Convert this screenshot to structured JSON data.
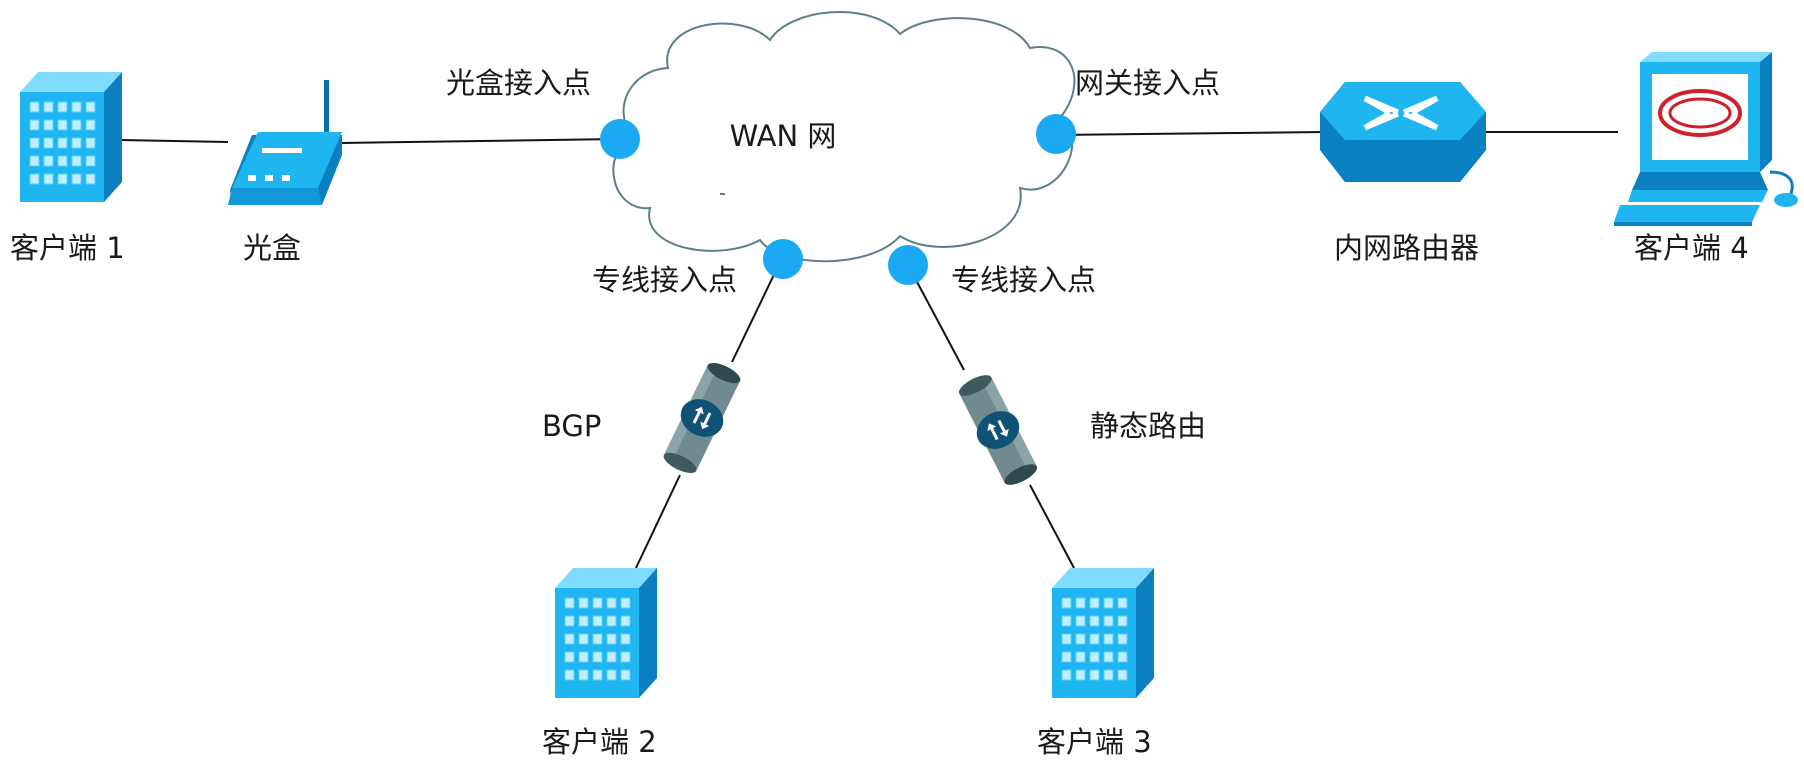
{
  "cloud": {
    "label": "WAN 网"
  },
  "access_points": {
    "optical": "光盒接入点",
    "gateway": "网关接入点",
    "leased_left": "专线接入点",
    "leased_right": "专线接入点"
  },
  "devices": {
    "client1": "客户端 1",
    "optical_box": "光盒",
    "client2": "客户端 2",
    "client3": "客户端 3",
    "router": "内网路由器",
    "client4": "客户端 4"
  },
  "links": {
    "left_protocol": "BGP",
    "right_protocol": "静态路由"
  },
  "icons": {
    "building": "office-building-icon",
    "modem": "optical-modem-icon",
    "router": "router-icon",
    "workstation": "workstation-icon",
    "tunnel": "vpn-tunnel-icon"
  },
  "colors": {
    "device_blue": "#1fb5f0",
    "access_point": "#1aa9f2",
    "tunnel": "#6f8b8f",
    "cloud_stroke": "#5d8088"
  }
}
